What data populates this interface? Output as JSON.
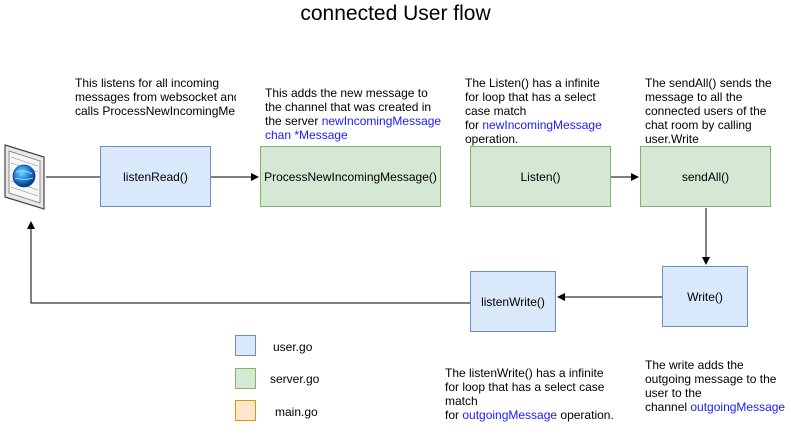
{
  "title": "connected User flow",
  "boxes": {
    "listen_read": "listenRead()",
    "process": "ProcessNewIncomingMessage()",
    "listen": "Listen()",
    "send_all": "sendAll()",
    "write": "Write()",
    "listen_write": "listenWrite()"
  },
  "notes": {
    "listen_read": {
      "line1": "This listens for all incoming",
      "line2": "messages from websocket and",
      "line3": "calls ProcessNewIncomingMe"
    },
    "process": {
      "line1": "This adds the new message to",
      "line2": "the channel that was created in",
      "line3_prefix": "the server ",
      "line3_link": "newIncomingMessage",
      "line4_link": "chan *Message"
    },
    "listen": {
      "line1": "The Listen() has a infinite",
      "line2": "for loop that has a select",
      "line3": "case match",
      "line4_prefix": "for ",
      "line4_link": "newIncomingMessage",
      "line5": "operation."
    },
    "send_all": {
      "line1": "The sendAll() sends the",
      "line2": "message to all  the",
      "line3": "connected users of the",
      "line4": "chat room by calling",
      "line5": "user.Write"
    },
    "listen_write": {
      "line1": "The listenWrite() has a infinite",
      "line2": "for loop that has a select case",
      "line3": "match",
      "line4_prefix": "for ",
      "line4_link": "outgoingMessage",
      "line4_suffix": " operation."
    },
    "write": {
      "line1": "The write adds the",
      "line2": "outgoing message to the",
      "line3": "user to the",
      "line4_prefix": "channel ",
      "line4_link": "outgoingMessage"
    }
  },
  "legend": [
    {
      "label": "user.go",
      "color": "#dae8fc"
    },
    {
      "label": "server.go",
      "color": "#d5e8d4"
    },
    {
      "label": "main.go",
      "color": "#ffe6cc"
    }
  ],
  "colors": {
    "blue_fill": "#dae8fc",
    "green_fill": "#d5e8d4",
    "orange_fill": "#ffe6cc",
    "link": "#1a1aff"
  },
  "icons": {
    "client": "globe-browser-icon"
  }
}
